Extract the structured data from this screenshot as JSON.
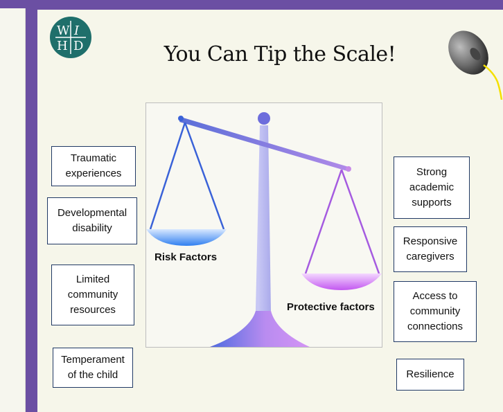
{
  "slide": {
    "title": "You Can Tip the Scale!",
    "logo": {
      "letters": [
        "W",
        "I",
        "H",
        "D"
      ],
      "color": "#1f6f6b"
    }
  },
  "scale": {
    "risk_label": "Risk Factors",
    "protective_label": "Protective factors"
  },
  "risk_factors": [
    "Traumatic\nexperiences",
    "Developmental\ndisability",
    "Limited\ncommunity\nresources",
    "Temperament\nof the child"
  ],
  "protective_factors": [
    "Strong\nacademic\nsupports",
    "Responsive\ncaregivers",
    "Access to\ncommunity\nconnections",
    "Resilience"
  ],
  "icons": {
    "logo": "wihd-logo-icon",
    "mouse": "computer-mouse-icon"
  }
}
